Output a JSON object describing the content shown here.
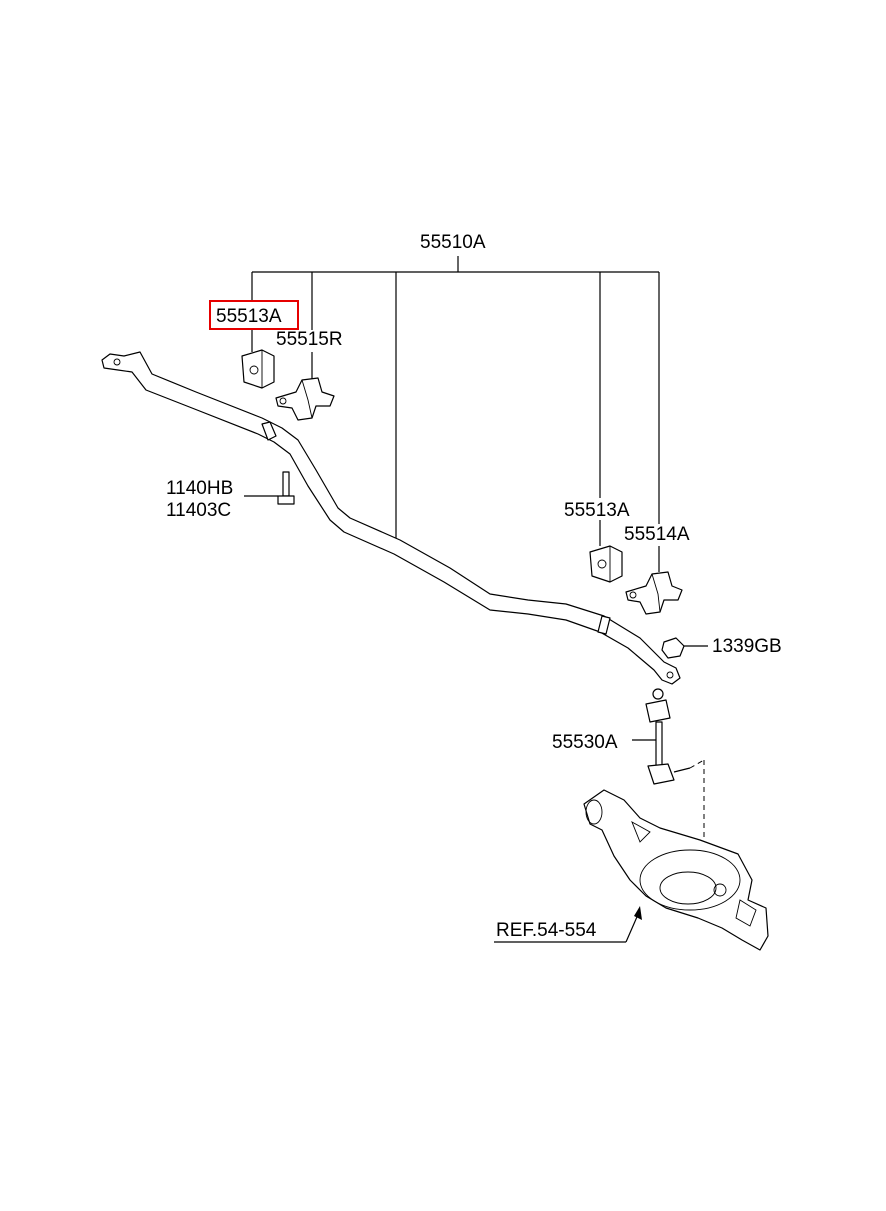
{
  "labels": {
    "assembly": "55510A",
    "bushing_left_highlighted": "55513A",
    "bracket_left": "55515R",
    "bolt": "1140HB",
    "bolt_alt": "11403C",
    "bushing_right": "55513A",
    "bracket_right": "55514A",
    "nut": "1339GB",
    "link": "55530A",
    "reference": "REF.54-554"
  },
  "colors": {
    "highlight": "#e60000",
    "line": "#000000",
    "background": "#ffffff"
  }
}
